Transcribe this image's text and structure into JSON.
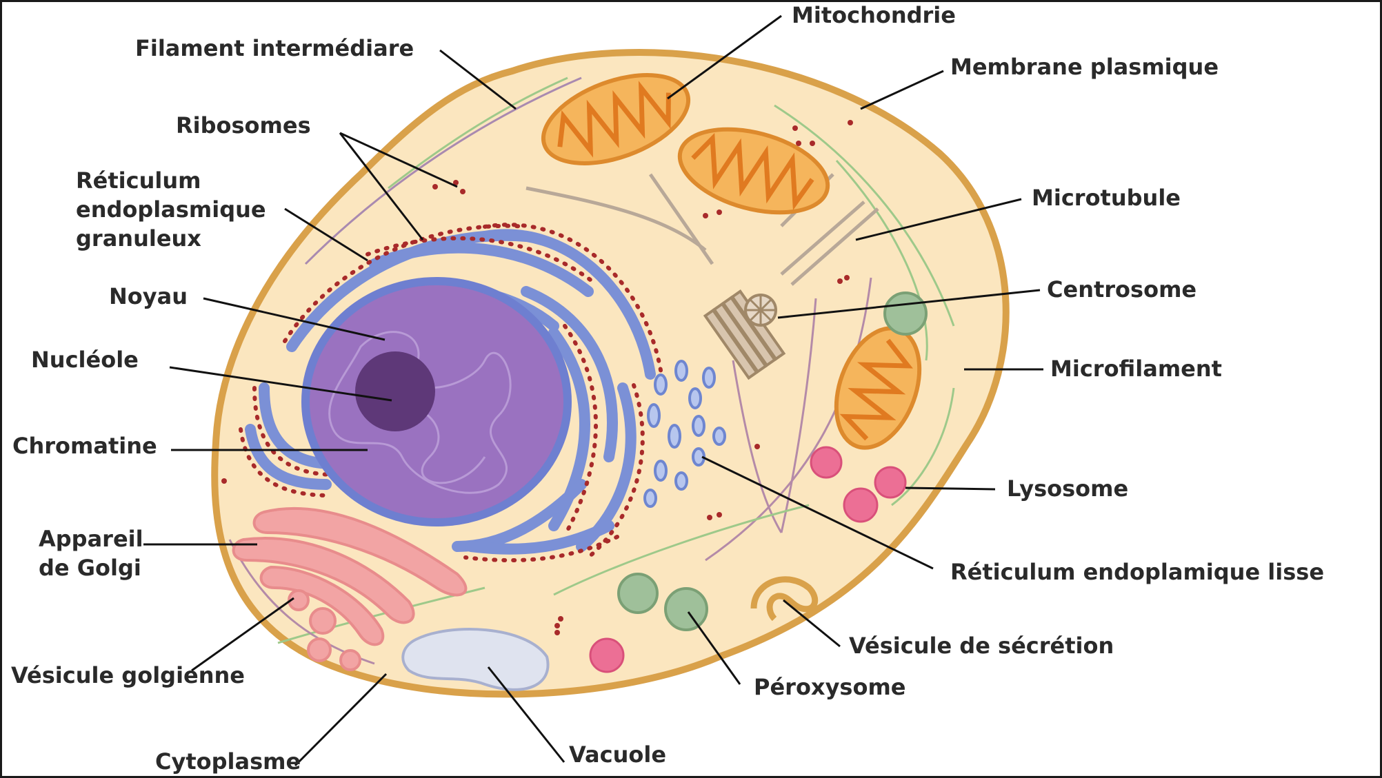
{
  "labels": {
    "mitochondrie": "Mitochondrie",
    "filament": "Filament intermédiare",
    "membrane": "Membrane plasmique",
    "ribosomes": "Ribosomes",
    "reticulum_1": "Réticulum",
    "reticulum_2": "endoplasmique",
    "reticulum_3": "granuleux",
    "microtubule": "Microtubule",
    "centrosome": "Centrosome",
    "noyau": "Noyau",
    "nucleole": "Nucléole",
    "microfilament": "Microfilament",
    "chromatine": "Chromatine",
    "lysosome": "Lysosome",
    "golgi_1": "Appareil",
    "golgi_2": "de Golgi",
    "rel": "Réticulum endoplamique lisse",
    "vesicule_secretion": "Vésicule de sécrétion",
    "vesicule_golgienne": "Vésicule golgienne",
    "peroxysome": "Péroxysome",
    "vacuole": "Vacuole",
    "cytoplasme": "Cytoplasme"
  },
  "colors": {
    "membrane": "#d9a14a",
    "cytoplasm": "#fbe6bf",
    "nucleus": "#9a72c0",
    "nucleolus": "#5e3878",
    "er": "#7b90d6",
    "ribosome": "#a82a2a",
    "golgi": "#f2a4a4",
    "mitochondria": "#f0a040",
    "lysosome": "#ec6f95",
    "peroxisome": "#9fc09a",
    "vacuole": "#dfe3ef"
  }
}
